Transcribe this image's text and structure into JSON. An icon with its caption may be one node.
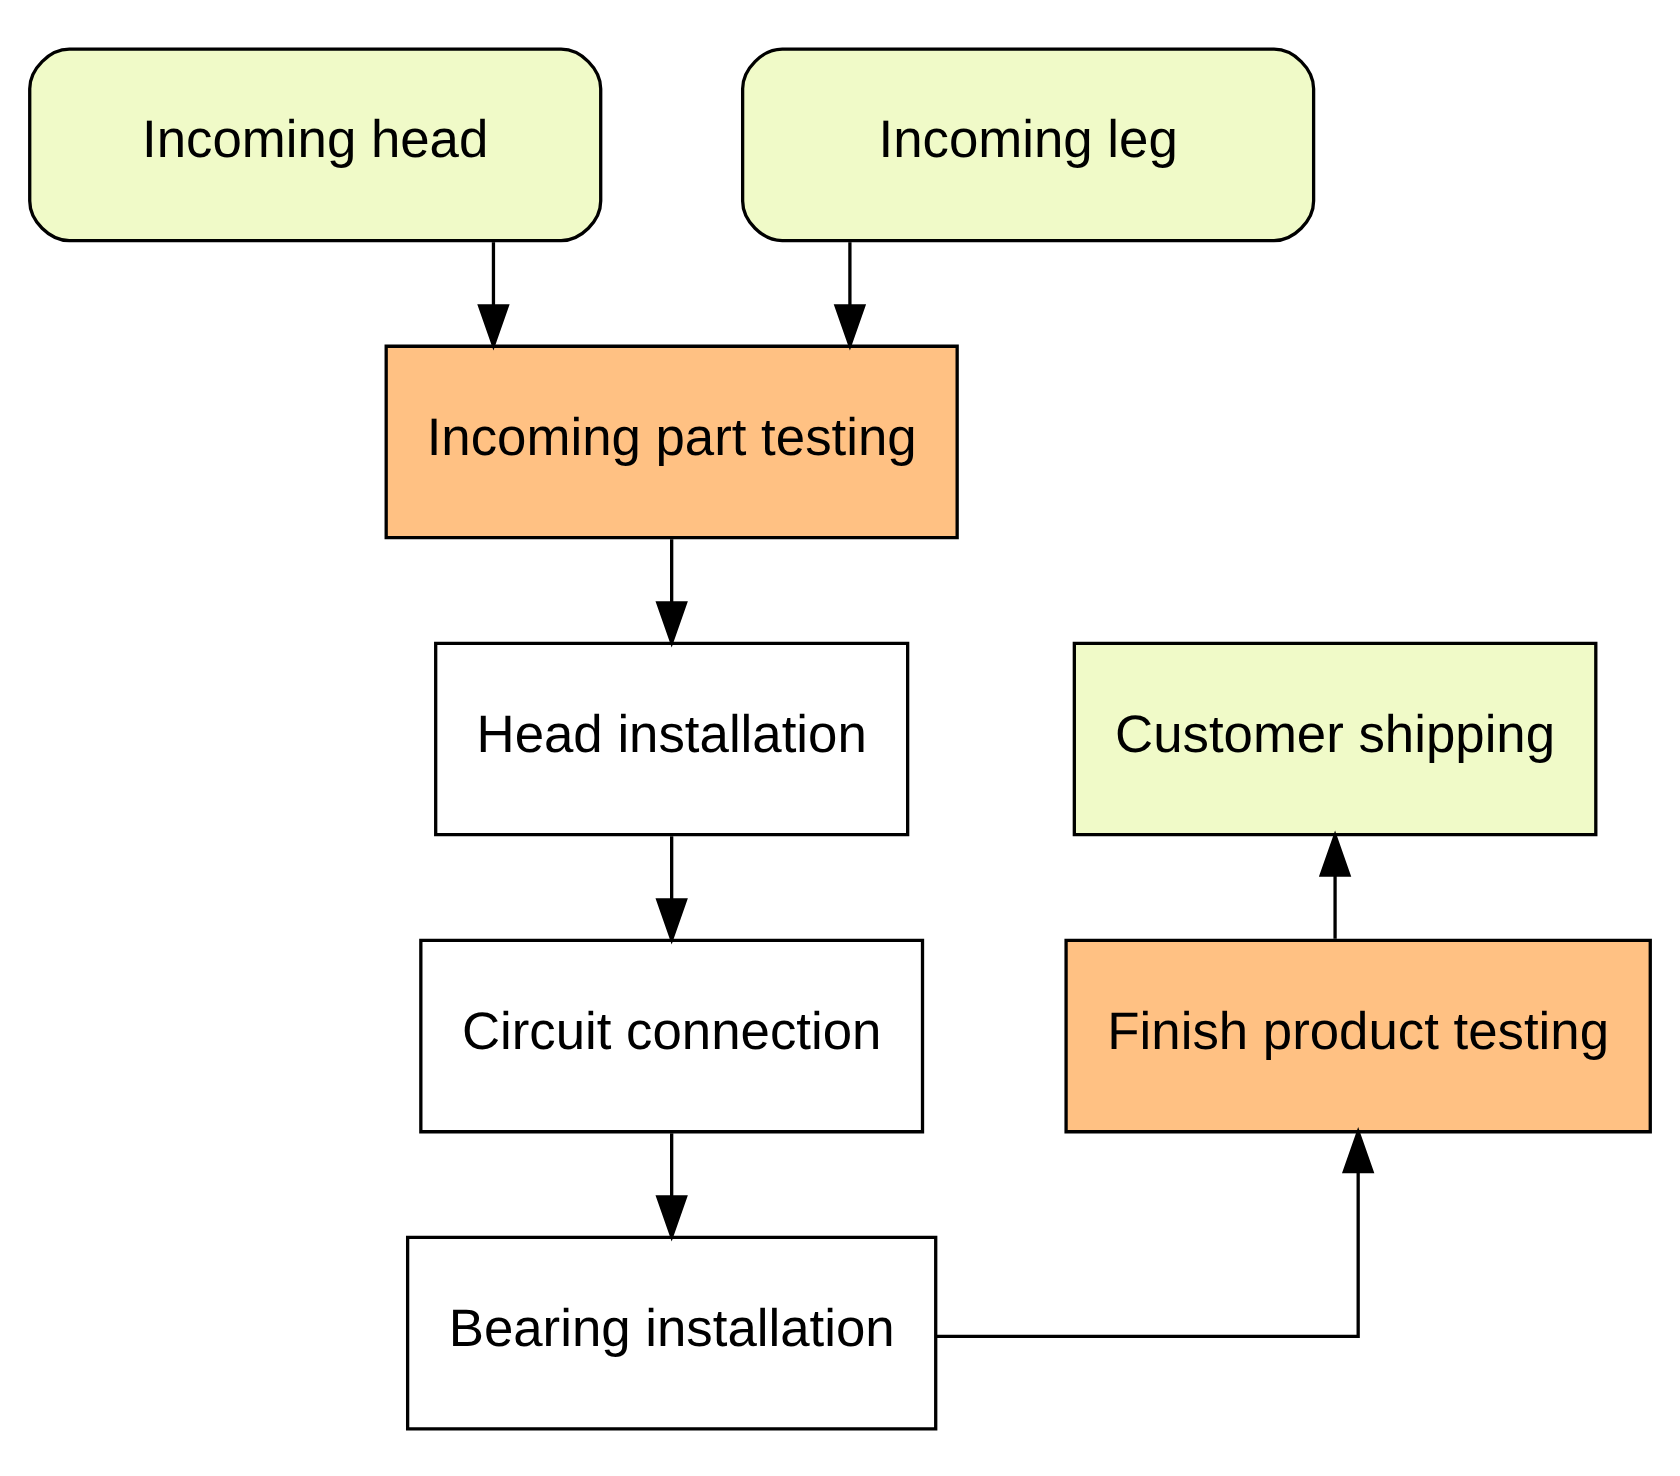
{
  "diagram": {
    "nodes": [
      {
        "text": [
          "Incoming head"
        ]
      },
      {
        "text": [
          "Incoming leg"
        ]
      },
      {
        "text": [
          "Incoming part testing"
        ]
      },
      {
        "text": [
          "Head installation"
        ]
      },
      {
        "text": [
          "Circuit connection"
        ]
      },
      {
        "text": [
          "Bearing installation"
        ]
      },
      {
        "text": [
          "Finish product testing"
        ]
      },
      {
        "text": [
          "Customer shipping"
        ]
      }
    ],
    "edges": [
      {
        "from": 0,
        "to": 2,
        "arrow": "to"
      },
      {
        "from": 1,
        "to": 2,
        "arrow": "to"
      },
      {
        "from": 2,
        "to": 3,
        "arrow": "to"
      },
      {
        "from": 3,
        "to": 4,
        "arrow": "to"
      },
      {
        "from": 4,
        "to": 5,
        "arrow": "to"
      },
      {
        "from": 5,
        "to": 6,
        "arrow": "to"
      },
      {
        "from": 6,
        "to": 7,
        "arrow": "to"
      }
    ]
  }
}
